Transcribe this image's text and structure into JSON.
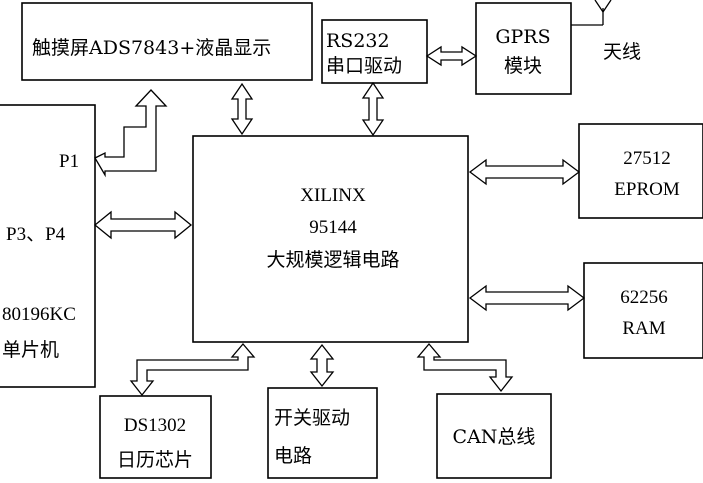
{
  "blocks": {
    "touch_lcd": "触摸屏ADS7843+液晶显示",
    "rs232_line1": "RS232",
    "rs232_line2": "串口驱动",
    "gprs_line1": "GPRS",
    "gprs_line2": "模块",
    "antenna": "天线",
    "mcu_port_p1": "P1",
    "mcu_port_p34": "P3、P4",
    "mcu_line1": "80196KC",
    "mcu_line2": "单片机",
    "cpld_line1": "XILINX",
    "cpld_line2": "95144",
    "cpld_line3": "大规模逻辑电路",
    "eprom_line1": "27512",
    "eprom_line2": "EPROM",
    "ram_line1": "62256",
    "ram_line2": "RAM",
    "rtc_line1": "DS1302",
    "rtc_line2": "日历芯片",
    "switch_line1": "开关驱动",
    "switch_line2": "电路",
    "can_bus": "CAN总线"
  }
}
